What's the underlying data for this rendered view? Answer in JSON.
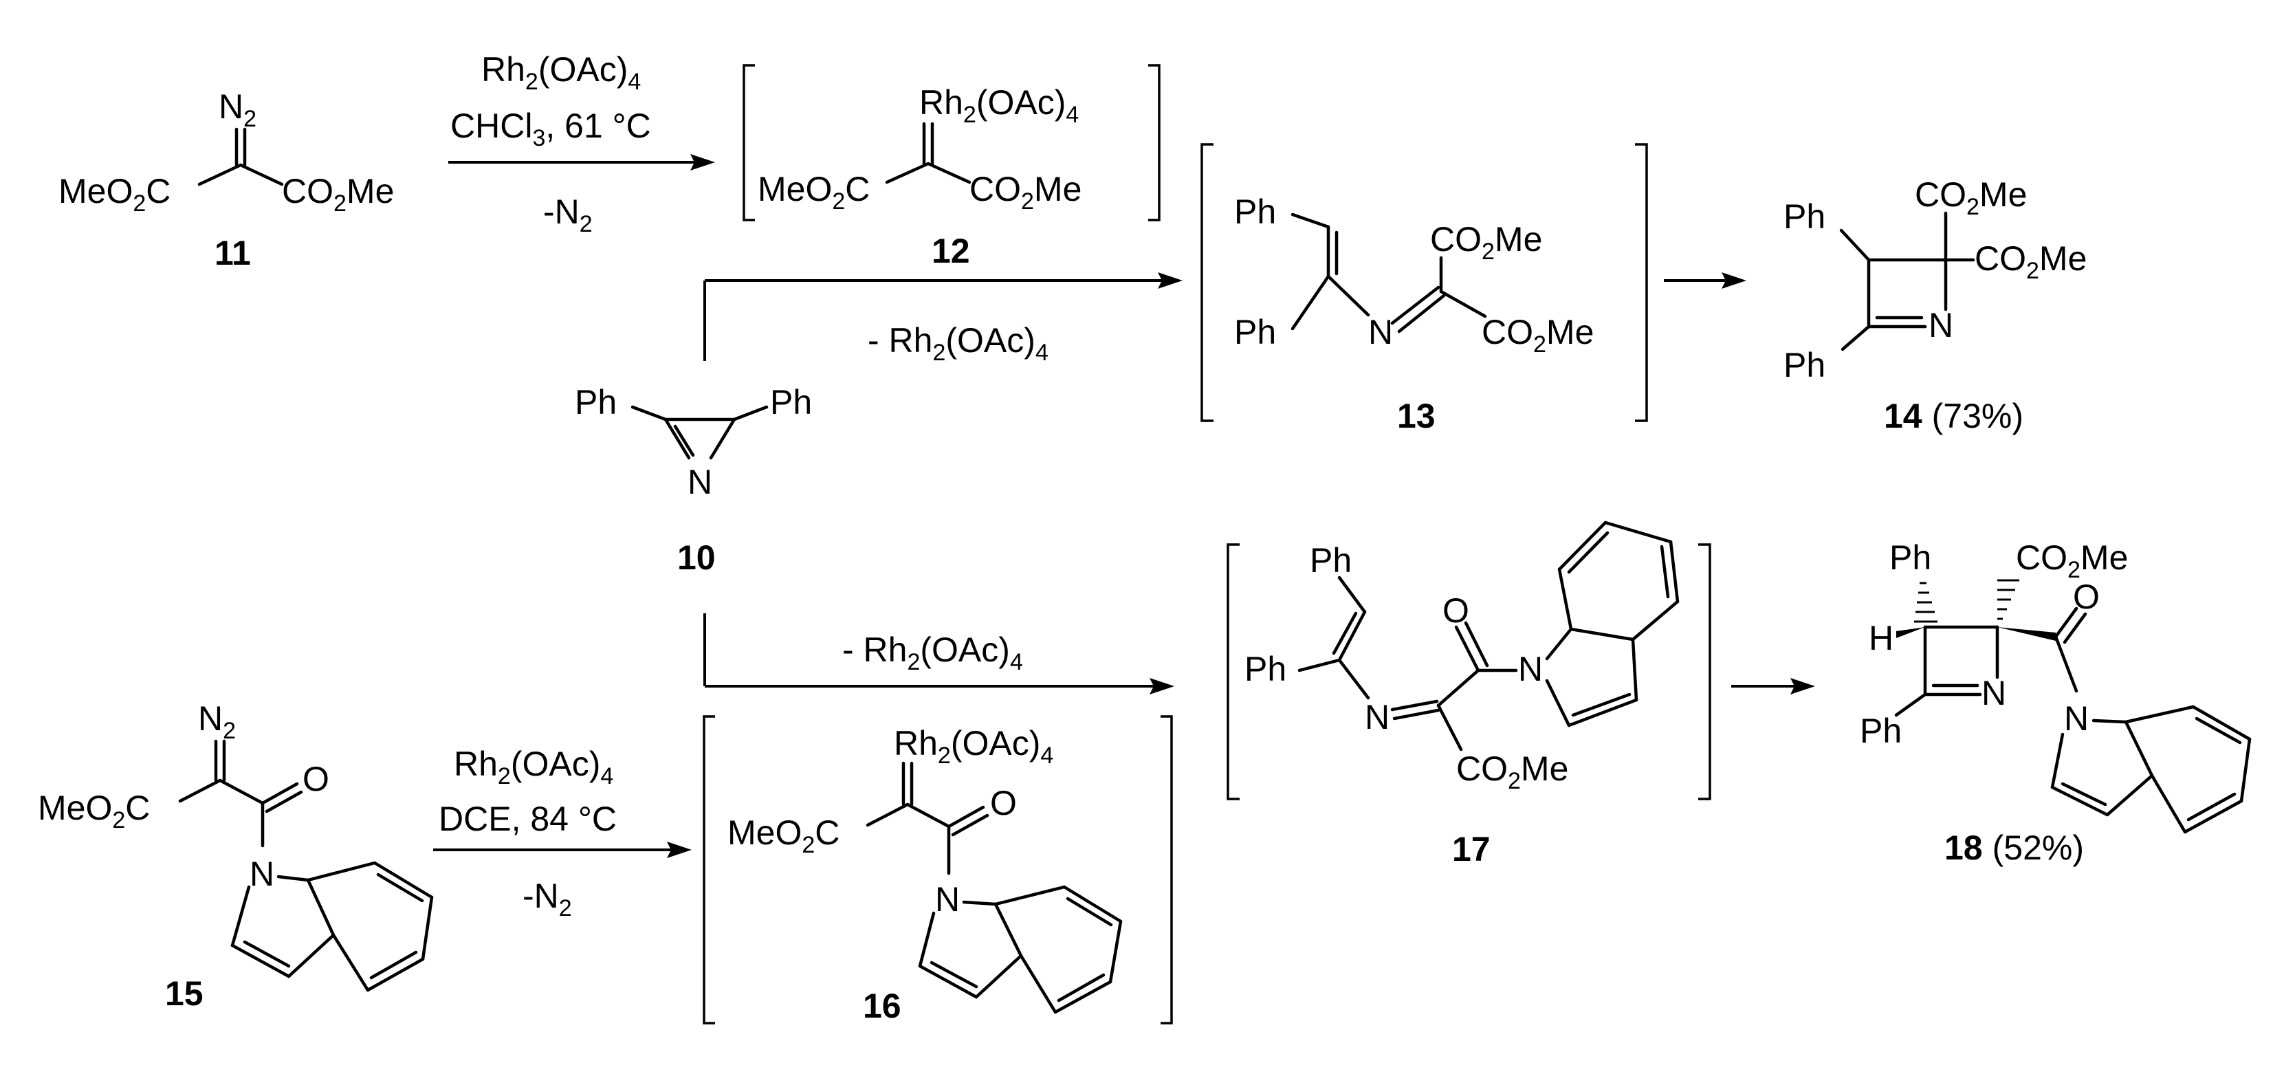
{
  "compounds": {
    "c10": {
      "number": "10",
      "ph_left": "Ph",
      "ph_right": "Ph",
      "n": "N"
    },
    "c11": {
      "number": "11",
      "n2": "N2",
      "left": "MeO2C",
      "right": "CO2Me"
    },
    "c12": {
      "number": "12",
      "metal": "Rh2(OAc)4",
      "left": "MeO2C",
      "right": "CO2Me"
    },
    "c13": {
      "number": "13",
      "ph_top": "Ph",
      "ph_bottom": "Ph",
      "n": "N",
      "ester_top": "CO2Me",
      "ester_bottom": "CO2Me"
    },
    "c14": {
      "number": "14",
      "yield": "(73%)",
      "ph_top": "Ph",
      "ph_bottom": "Ph",
      "n": "N",
      "ester_top": "CO2Me",
      "ester_right": "CO2Me"
    },
    "c15": {
      "number": "15",
      "n2": "N2",
      "left": "MeO2C",
      "o": "O",
      "n": "N"
    },
    "c16": {
      "number": "16",
      "metal": "Rh2(OAc)4",
      "left": "MeO2C",
      "o": "O",
      "n": "N"
    },
    "c17": {
      "number": "17",
      "ph_top": "Ph",
      "ph_bottom": "Ph",
      "n_imine": "N",
      "o": "O",
      "n_indole": "N",
      "ester": "CO2Me"
    },
    "c18": {
      "number": "18",
      "yield": "(52%)",
      "ph_top": "Ph",
      "ph_bottom": "Ph",
      "h": "H",
      "n": "N",
      "ester": "CO2Me",
      "o": "O",
      "n_indole": "N"
    }
  },
  "conditions": {
    "top": {
      "catalyst": "Rh2(OAc)4",
      "solvent_temp": "CHCl3, 61 °C",
      "loss": "-N2"
    },
    "bottom": {
      "catalyst": "Rh2(OAc)4",
      "solvent_temp": "DCE, 84 °C",
      "loss": "-N2"
    },
    "release_top": "- Rh2(OAc)4",
    "release_bottom": "- Rh2(OAc)4"
  }
}
